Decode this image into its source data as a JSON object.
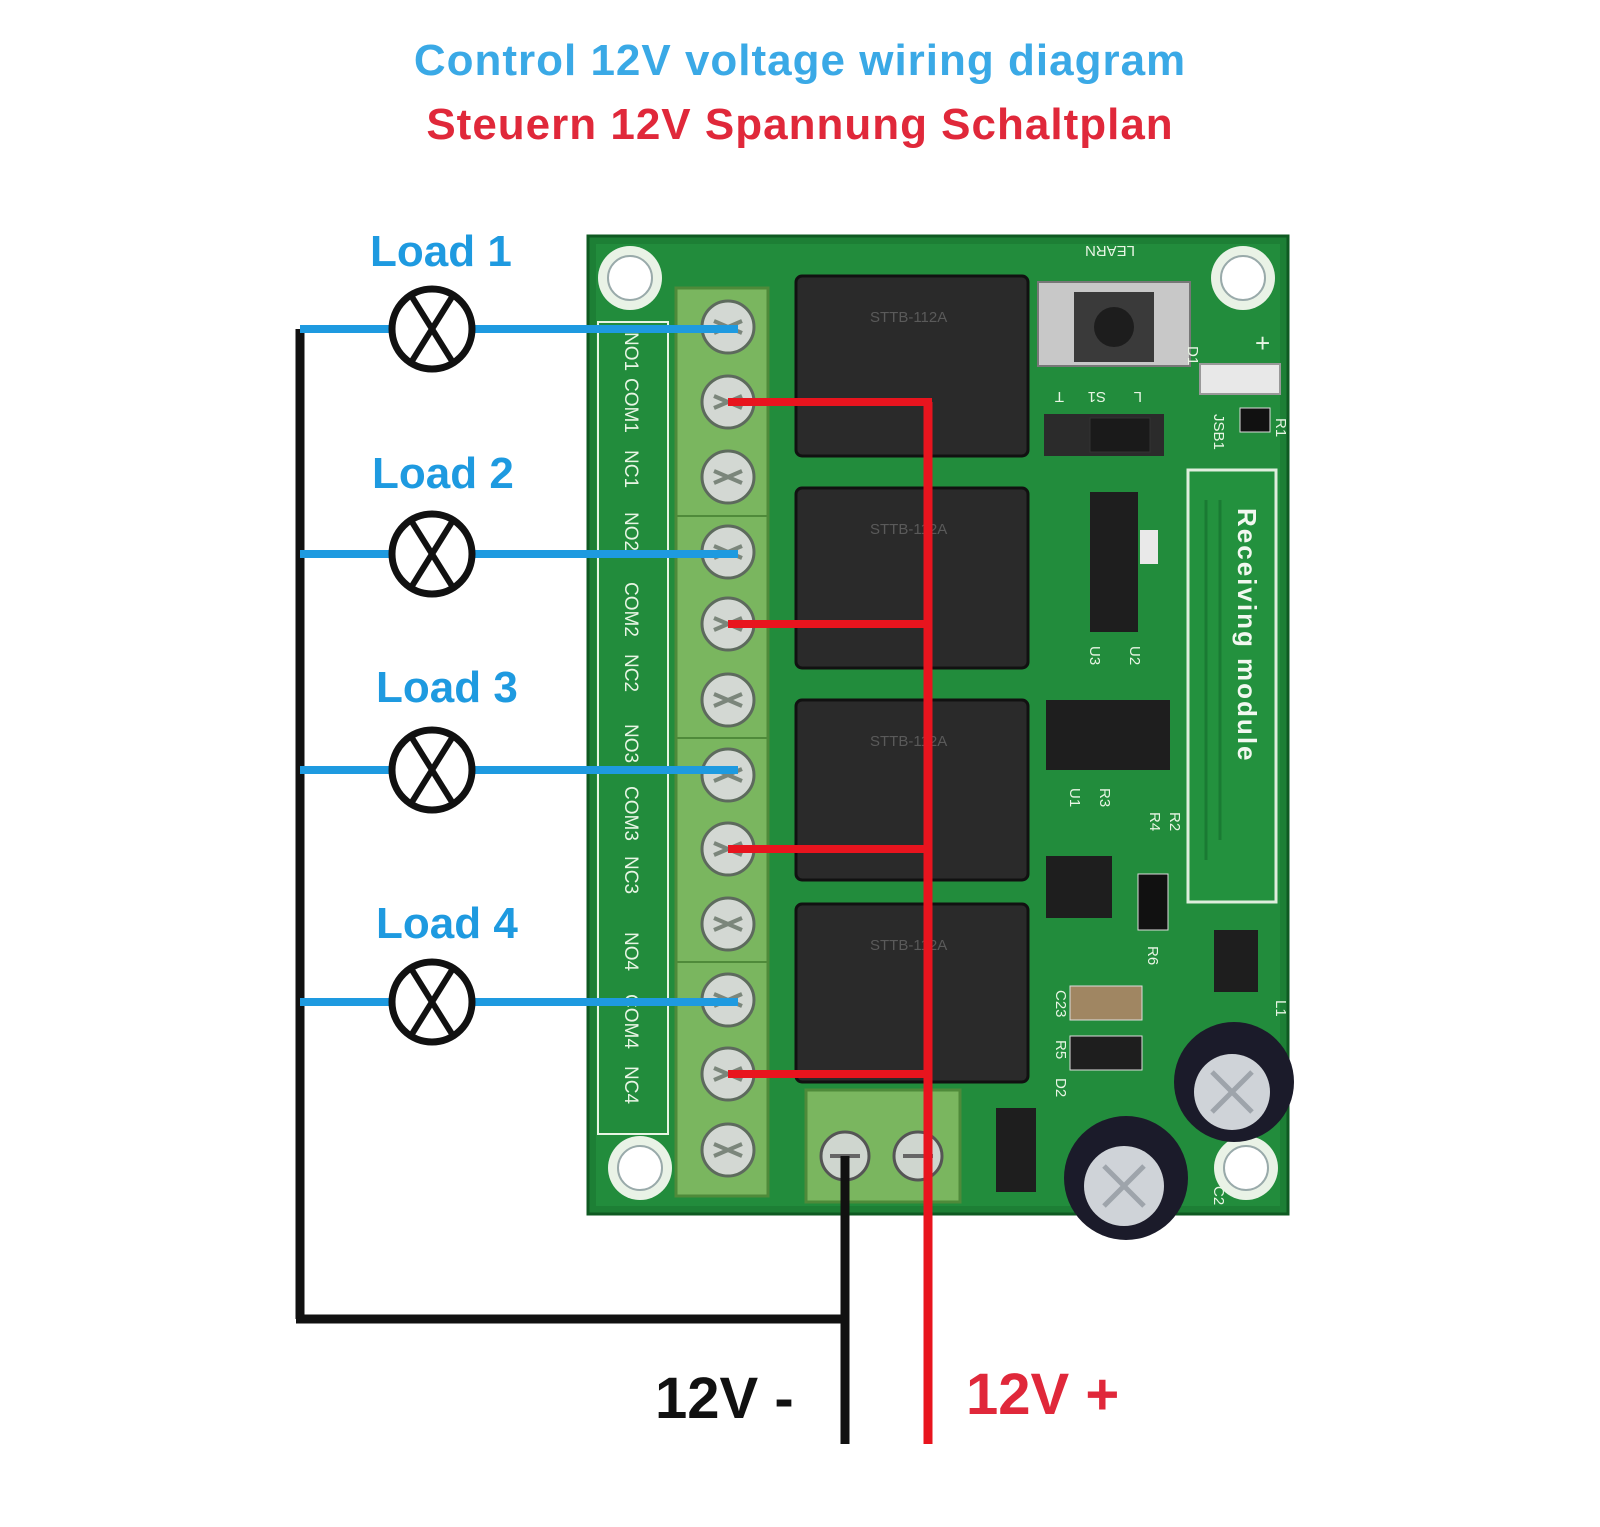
{
  "titles": {
    "english": "Control 12V voltage wiring diagram",
    "german": "Steuern 12V Spannung Schaltplan"
  },
  "loads": [
    {
      "label": "Load 1"
    },
    {
      "label": "Load 2"
    },
    {
      "label": "Load 3"
    },
    {
      "label": "Load 4"
    }
  ],
  "supply": {
    "negative_label": "12V -",
    "positive_label": "12V +"
  },
  "board": {
    "terminal_labels": [
      "NO1",
      "COM1",
      "NC1",
      "NO2",
      "COM2",
      "NC2",
      "NO3",
      "COM3",
      "NC3",
      "NO4",
      "COM4",
      "NC4"
    ],
    "learn_label": "LEARN",
    "module_label": "Receiving module",
    "relay_model": "STTB-112A",
    "silk": {
      "d1": "D1",
      "s1": "S1",
      "t": "T",
      "l": "L",
      "jsb1": "JSB1",
      "r1": "R1",
      "u2": "U2",
      "u3": "U3",
      "u1": "U1",
      "r3": "R3",
      "r2": "R2",
      "r4": "R4",
      "r6": "R6",
      "c23": "C23",
      "r5": "R5",
      "d2": "D2",
      "l1": "L1",
      "c2": "C2",
      "plus": "+"
    }
  },
  "colors": {
    "load_wire": "#1e9ae0",
    "positive_wire": "#e8141e",
    "negative_wire": "#111111",
    "pcb": "#1f8a3a",
    "terminal_block": "#79b35e"
  }
}
